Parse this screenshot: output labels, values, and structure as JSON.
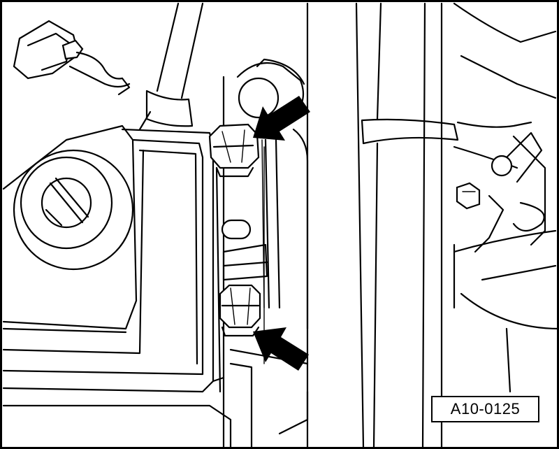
{
  "figure": {
    "reference_number": "A10-0125"
  },
  "colors": {
    "line": "#000000",
    "background": "#ffffff"
  },
  "callouts": [
    {
      "name": "arrow-upper-bolt",
      "points_to": "upper-bolt"
    },
    {
      "name": "arrow-lower-bolt",
      "points_to": "lower-bolt"
    }
  ]
}
